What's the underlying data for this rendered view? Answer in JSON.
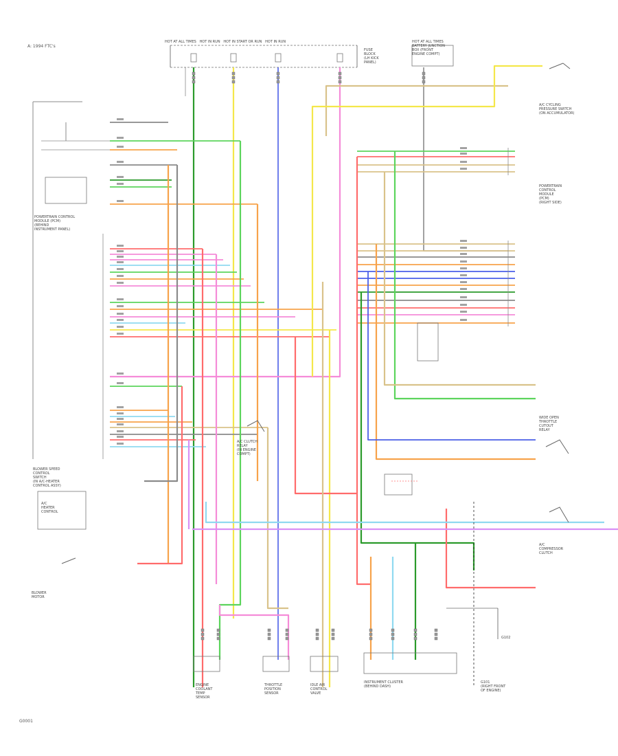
{
  "page_title": "A: 1994 FTC's",
  "figure_code": "G0001",
  "wire_colors": {
    "red": "#ff6b6b",
    "orange": "#f7a24a",
    "yellow": "#f4e74a",
    "green": "#5bd45b",
    "dkgreen": "#2a9a2a",
    "blue": "#4a5ee8",
    "ltblue": "#8fd9f0",
    "pink": "#f58bd8",
    "violet": "#d88ff5",
    "tan": "#d9c28a",
    "gray": "#8a8a8a",
    "black": "#222222",
    "wire_text": "#555555"
  },
  "labels": {
    "fuse_block_header": "HOT AT ALL TIMES   HOT IN RUN   HOT IN START OR RUN   HOT IN RUN",
    "fuse_block_right": "FUSE\nBLOCK\n(LH KICK\nPANEL)",
    "hot_at_all_times_right": "HOT AT ALL TIMES\nBATTERY JUNCTION\nBOX (FRONT\nENGINE COMPT)",
    "left_module": "POWERTRAIN CONTROL\nMODULE (PCM)\n(BEHIND\nINSTRUMENT PANEL)",
    "blower_switch": "BLOWER SPEED\nCONTROL\nSWITCH\n(IN A/C-HEATER\nCONTROL ASSY)",
    "blower_motor": "BLOWER\nMOTOR",
    "clutch_relay": "A/C CLUTCH\nRELAY\n(IN ENGINE\nCOMPT)",
    "right_module": "POWERTRAIN\nCONTROL\nMODULE\n(PCM)\n(RIGHT SIDE)",
    "pressure_switch": "A/C CYCLING\nPRESSURE SWITCH\n(ON ACCUMULATOR)",
    "right_relay": "WIDE OPEN\nTHROTTLE\nCUTOUT\nRELAY",
    "compressor_clutch": "A/C\nCOMPRESSOR\nCLUTCH",
    "sensor_a": "ENGINE\nCOOLANT\nTEMP\nSENSOR",
    "sensor_b": "THROTTLE\nPOSITION\nSENSOR",
    "sensor_c": "IDLE AIR\nCONTROL\nVALVE",
    "connector_bottom": "INSTRUMENT CLUSTER\n(BEHIND DASH)",
    "ground_right": "G101\n(RIGHT FRONT\nOF ENGINE)",
    "ground_left": "G102",
    "bottom_left_box": "A/C\nHEATER\nCONTROL"
  }
}
